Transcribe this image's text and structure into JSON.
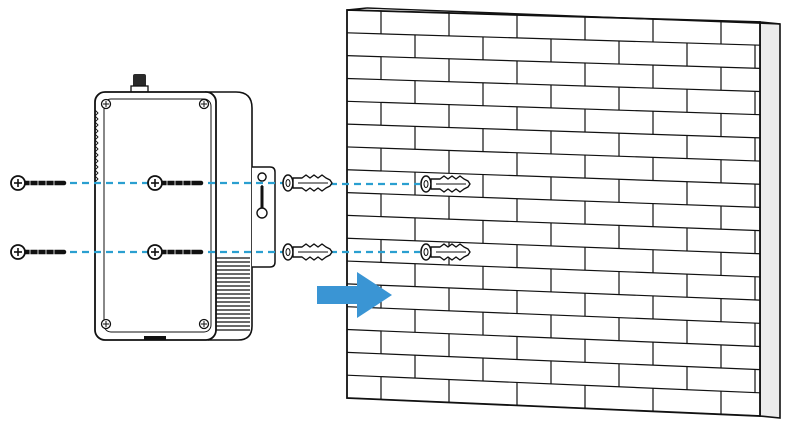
{
  "diagram": {
    "type": "wall-mounting-installation",
    "colors": {
      "line": "#1a1a1a",
      "wall_face": "#ffffff",
      "wall_side": "#ececec",
      "guide_dash": "#2a9fd0",
      "arrow": "#3a95d4",
      "device_body": "#ffffff"
    },
    "parts": {
      "screws": 4,
      "wall_anchors": 4,
      "arrow_direction": "right",
      "device_has_hanging_bracket": true,
      "device_has_antenna_connector": true,
      "device_has_vent_grille": true
    },
    "text": []
  }
}
